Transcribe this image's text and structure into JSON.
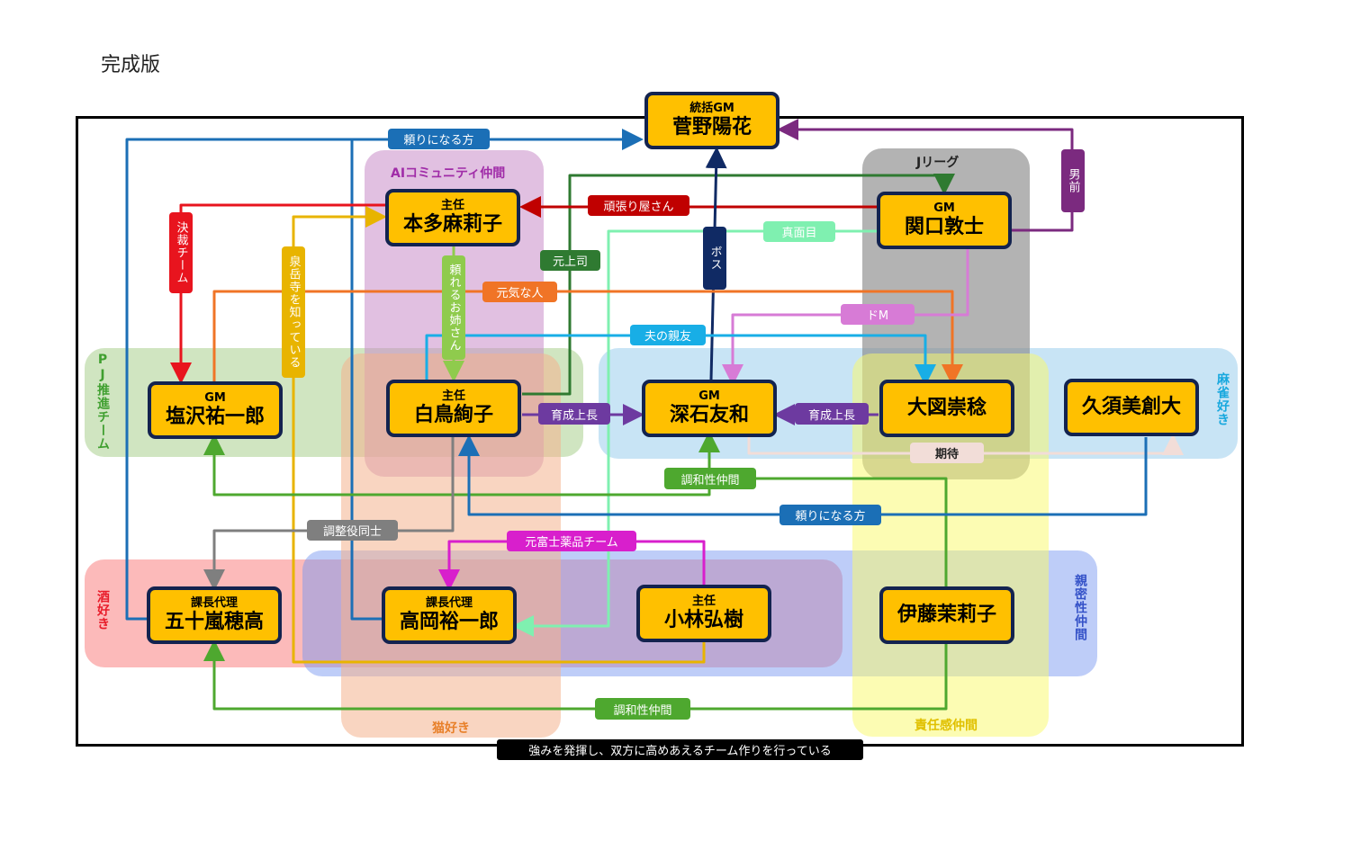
{
  "title": "完成版",
  "groups": {
    "pj": "PJ推進チーム",
    "ai": "AIコミュニティ仲間",
    "j_league": "Jリーグ",
    "mahjong": "麻雀好き",
    "sake": "酒好き",
    "cat": "猫好き",
    "intimacy": "親密性仲間",
    "responsibility": "責任感仲間"
  },
  "people": {
    "sugano": {
      "role": "統括GM",
      "name": "菅野陽花"
    },
    "honda": {
      "role": "主任",
      "name": "本多麻莉子"
    },
    "sekiguchi": {
      "role": "GM",
      "name": "関口敦士"
    },
    "shiozawa": {
      "role": "GM",
      "name": "塩沢祐一郎"
    },
    "shiratori": {
      "role": "主任",
      "name": "白鳥絢子"
    },
    "fukaishi": {
      "role": "GM",
      "name": "深石友和"
    },
    "ozu": {
      "role": "",
      "name": "大図崇稔"
    },
    "kusumi": {
      "role": "",
      "name": "久須美創大"
    },
    "igarashi": {
      "role": "課長代理",
      "name": "五十嵐穂高"
    },
    "takaoka": {
      "role": "課長代理",
      "name": "高岡裕一郎"
    },
    "kobayashi": {
      "role": "主任",
      "name": "小林弘樹"
    },
    "ito": {
      "role": "",
      "name": "伊藤茉莉子"
    }
  },
  "relations": {
    "tayori_top": "頼りになる方",
    "kessai": "決裁チーム",
    "senganji": "泉岳寺を知っている",
    "tayoreru": "頼れるお姉さん",
    "moto_joshi": "元上司",
    "ganbari": "頑張り屋さん",
    "boss": "ボス",
    "majime": "真面目",
    "otokomae": "男前",
    "genki": "元気な人",
    "do_m": "ドM",
    "otto": "夫の親友",
    "ikusei_left": "育成上長",
    "ikusei_right": "育成上長",
    "kitai": "期待",
    "chowa_mid": "調和性仲間",
    "tayori_bottom": "頼りになる方",
    "chosei": "調整役同士",
    "fuji": "元富士薬品チーム",
    "chowa_bottom": "調和性仲間"
  },
  "footer": "強みを発揮し、双方に高めあえるチーム作りを行っている",
  "colors": {
    "person_fill": "#ffc000",
    "person_border": "#13234f",
    "red": "#e8141e",
    "dark_red": "#c00000",
    "blue": "#1b6fb6",
    "gold": "#e8b400",
    "light_green": "#8fcb4d",
    "dark_green": "#2f7a31",
    "navy": "#102a64",
    "mint": "#7ff0b0",
    "purple": "#7b2a7f",
    "orange": "#f07426",
    "pink": "#d77bd6",
    "cyan": "#18aee6",
    "violet": "#6d3aa0",
    "green": "#4ea82f",
    "gray": "#7f7f7f",
    "magenta": "#d81fcc"
  }
}
